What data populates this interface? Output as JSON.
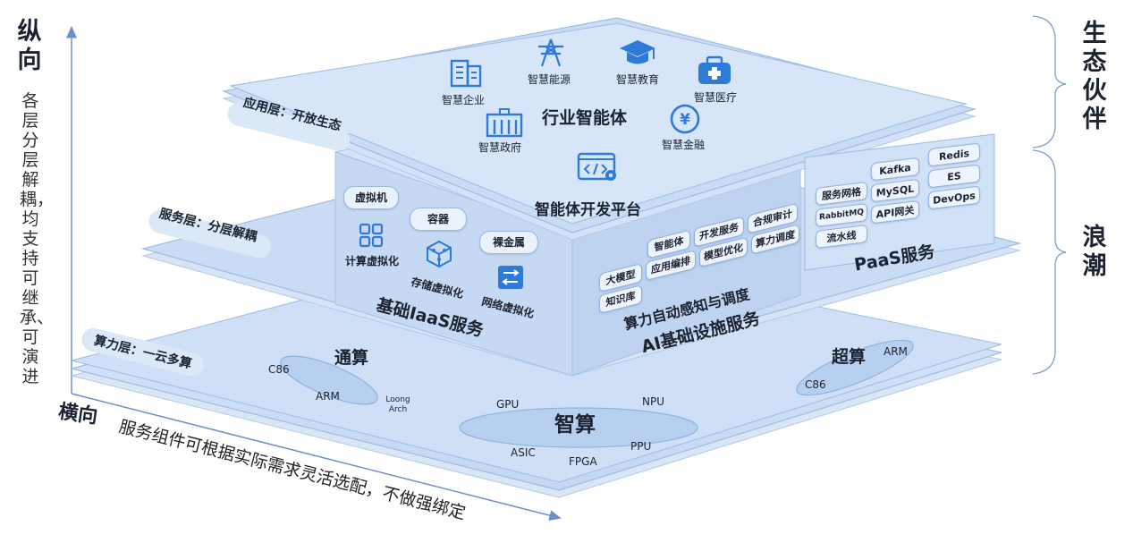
{
  "left": {
    "vertical_title": "纵向",
    "vertical_desc": "各层分层解耦，均支持可继承、可演进",
    "horizontal_title": "横向",
    "horizontal_desc": "服务组件可根据实际需求灵活选配，不做强绑定"
  },
  "right": {
    "eco_label": "生态伙伴",
    "wave_label": "浪潮"
  },
  "app_layer": {
    "label": "应用层：开放生态",
    "title": "行业智能体",
    "items": [
      {
        "label": "智慧企业",
        "icon": "enterprise-icon"
      },
      {
        "label": "智慧能源",
        "icon": "energy-tower-icon"
      },
      {
        "label": "智慧教育",
        "icon": "graduation-cap-icon"
      },
      {
        "label": "智慧医疗",
        "icon": "medical-kit-icon"
      },
      {
        "label": "智慧政府",
        "icon": "government-building-icon"
      },
      {
        "label": "智慧金融",
        "icon": "finance-yuan-icon"
      }
    ],
    "platform": "智能体开发平台"
  },
  "service_layer": {
    "label": "服务层：分层解耦",
    "iaas": {
      "title": "基础IaaS服务",
      "pills": [
        "虚拟机",
        "容器",
        "裸金属"
      ],
      "items": [
        {
          "label": "计算虚拟化",
          "icon": "compute-grid-icon"
        },
        {
          "label": "存储虚拟化",
          "icon": "storage-cube-icon"
        },
        {
          "label": "网络虚拟化",
          "icon": "network-switch-icon"
        }
      ]
    },
    "ai": {
      "title": "AI基础设施服务",
      "subtitle": "算力自动感知与调度",
      "chips": [
        [
          "智能体",
          "开发服务",
          "合规审计"
        ],
        [
          "大模型",
          "应用编排",
          "模型优化",
          "算力调度"
        ],
        [
          "知识库"
        ]
      ]
    },
    "paas": {
      "title": "PaaS服务",
      "chips": [
        [
          "Kafka",
          "Redis"
        ],
        [
          "服务网格",
          "MySQL",
          "ES"
        ],
        [
          "RabbitMQ",
          "API网关",
          "DevOps"
        ],
        [
          "流水线"
        ]
      ]
    }
  },
  "compute_layer": {
    "label": "算力层：一云多算",
    "general": {
      "title": "通算",
      "tags": [
        "C86",
        "ARM",
        "Loong Arch"
      ]
    },
    "intelligent": {
      "title": "智算",
      "tags": [
        "GPU",
        "NPU",
        "ASIC",
        "FPGA",
        "PPU"
      ]
    },
    "super": {
      "title": "超算",
      "tags": [
        "ARM",
        "C86"
      ]
    }
  },
  "colors": {
    "layer_fill": "#cfe0f6",
    "layer_stroke": "#9cbce6",
    "accent": "#2f7ad8",
    "text": "#1b2230"
  }
}
